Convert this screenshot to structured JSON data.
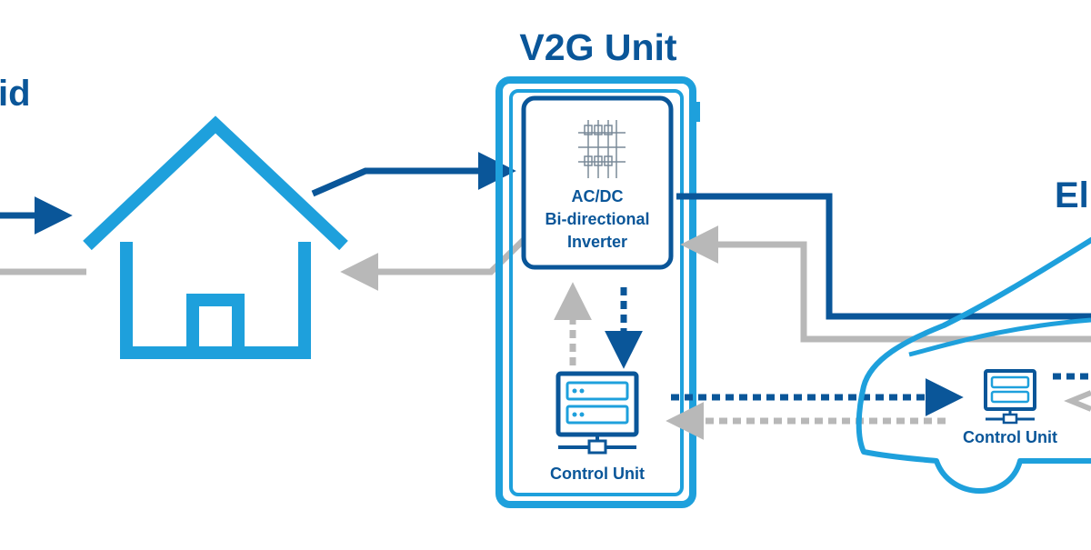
{
  "colors": {
    "dark_blue": "#0a5699",
    "light_blue": "#1ea0dc",
    "gray": "#b8b8b8",
    "icon_gray": "#7a8a99",
    "background": "#ffffff"
  },
  "labels": {
    "grid": "id",
    "v2g_unit": "V2G Unit",
    "inverter_line1": "AC/DC",
    "inverter_line2": "Bi-directional",
    "inverter_line3": "Inverter",
    "control_unit_v2g": "Control Unit",
    "control_unit_ev": "Control Unit",
    "ev": "El"
  },
  "icons": {
    "house": "house-icon",
    "inverter_symbol": "inverter-circuit-icon",
    "control_unit": "server-computer-icon",
    "vehicle": "car-outline-icon"
  }
}
